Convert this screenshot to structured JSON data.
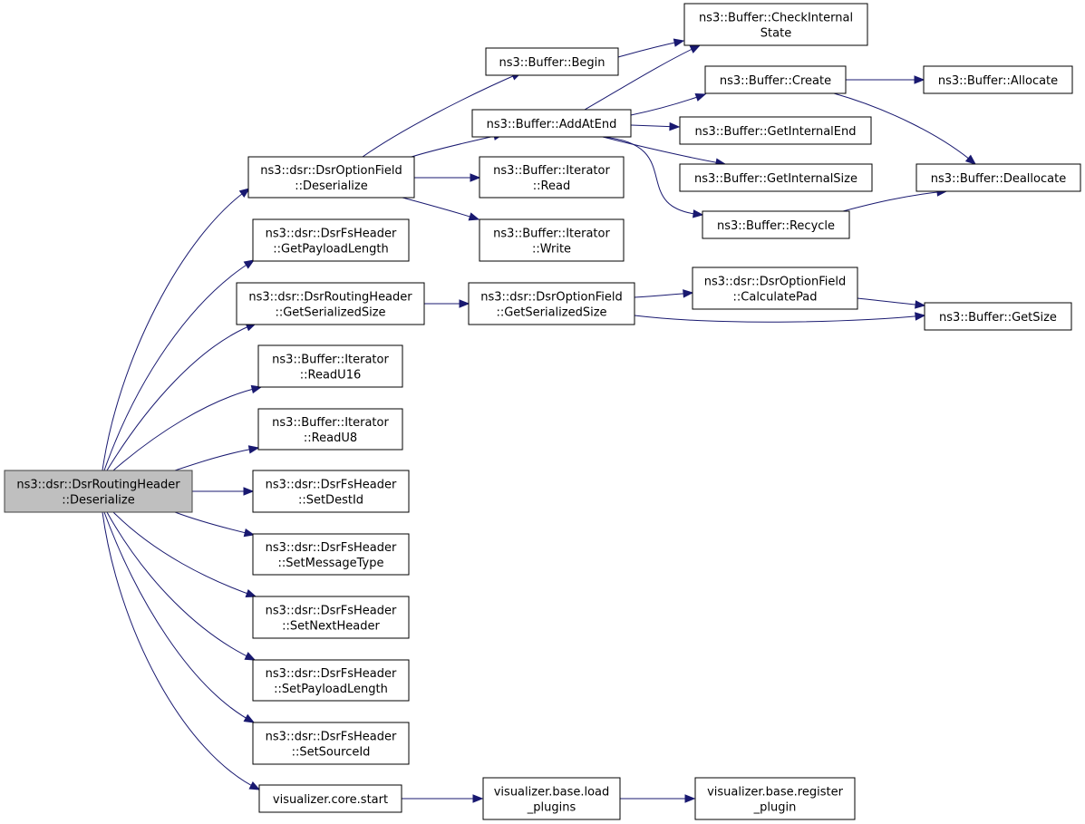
{
  "nodes": [
    {
      "id": "root",
      "lines": [
        "ns3::dsr::DsrRoutingHeader",
        "::Deserialize"
      ],
      "root": true
    },
    {
      "id": "optfield_deser",
      "lines": [
        "ns3::dsr::DsrOptionField",
        "::Deserialize"
      ]
    },
    {
      "id": "get_payload_len",
      "lines": [
        "ns3::dsr::DsrFsHeader",
        "::GetPayloadLength"
      ]
    },
    {
      "id": "routing_serial_size",
      "lines": [
        "ns3::dsr::DsrRoutingHeader",
        "::GetSerializedSize"
      ]
    },
    {
      "id": "read_u16",
      "lines": [
        "ns3::Buffer::Iterator",
        "::ReadU16"
      ]
    },
    {
      "id": "read_u8",
      "lines": [
        "ns3::Buffer::Iterator",
        "::ReadU8"
      ]
    },
    {
      "id": "set_dest_id",
      "lines": [
        "ns3::dsr::DsrFsHeader",
        "::SetDestId"
      ]
    },
    {
      "id": "set_msg_type",
      "lines": [
        "ns3::dsr::DsrFsHeader",
        "::SetMessageType"
      ]
    },
    {
      "id": "set_next_header",
      "lines": [
        "ns3::dsr::DsrFsHeader",
        "::SetNextHeader"
      ]
    },
    {
      "id": "set_payload_len",
      "lines": [
        "ns3::dsr::DsrFsHeader",
        "::SetPayloadLength"
      ]
    },
    {
      "id": "set_source_id",
      "lines": [
        "ns3::dsr::DsrFsHeader",
        "::SetSourceId"
      ]
    },
    {
      "id": "viz_core_start",
      "lines": [
        "visualizer.core.start"
      ]
    },
    {
      "id": "buf_begin",
      "lines": [
        "ns3::Buffer::Begin"
      ]
    },
    {
      "id": "buf_add_at_end",
      "lines": [
        "ns3::Buffer::AddAtEnd"
      ]
    },
    {
      "id": "iter_read",
      "lines": [
        "ns3::Buffer::Iterator",
        "::Read"
      ]
    },
    {
      "id": "iter_write",
      "lines": [
        "ns3::Buffer::Iterator",
        "::Write"
      ]
    },
    {
      "id": "optfield_serial_size",
      "lines": [
        "ns3::dsr::DsrOptionField",
        "::GetSerializedSize"
      ]
    },
    {
      "id": "viz_load_plugins",
      "lines": [
        "visualizer.base.load",
        "_plugins"
      ]
    },
    {
      "id": "buf_check_state",
      "lines": [
        "ns3::Buffer::CheckInternal",
        "State"
      ]
    },
    {
      "id": "buf_create",
      "lines": [
        "ns3::Buffer::Create"
      ]
    },
    {
      "id": "buf_get_int_end",
      "lines": [
        "ns3::Buffer::GetInternalEnd"
      ]
    },
    {
      "id": "buf_get_int_size",
      "lines": [
        "ns3::Buffer::GetInternalSize"
      ]
    },
    {
      "id": "buf_recycle",
      "lines": [
        "ns3::Buffer::Recycle"
      ]
    },
    {
      "id": "calc_pad",
      "lines": [
        "ns3::dsr::DsrOptionField",
        "::CalculatePad"
      ]
    },
    {
      "id": "viz_register_plugin",
      "lines": [
        "visualizer.base.register",
        "_plugin"
      ]
    },
    {
      "id": "buf_allocate",
      "lines": [
        "ns3::Buffer::Allocate"
      ]
    },
    {
      "id": "buf_deallocate",
      "lines": [
        "ns3::Buffer::Deallocate"
      ]
    },
    {
      "id": "buf_get_size",
      "lines": [
        "ns3::Buffer::GetSize"
      ]
    }
  ],
  "edges": [
    [
      "root",
      "optfield_deser"
    ],
    [
      "root",
      "get_payload_len"
    ],
    [
      "root",
      "routing_serial_size"
    ],
    [
      "root",
      "read_u16"
    ],
    [
      "root",
      "read_u8"
    ],
    [
      "root",
      "set_dest_id"
    ],
    [
      "root",
      "set_msg_type"
    ],
    [
      "root",
      "set_next_header"
    ],
    [
      "root",
      "set_payload_len"
    ],
    [
      "root",
      "set_source_id"
    ],
    [
      "root",
      "viz_core_start"
    ],
    [
      "optfield_deser",
      "buf_begin"
    ],
    [
      "optfield_deser",
      "buf_add_at_end"
    ],
    [
      "optfield_deser",
      "iter_read"
    ],
    [
      "optfield_deser",
      "iter_write"
    ],
    [
      "buf_begin",
      "buf_check_state"
    ],
    [
      "buf_add_at_end",
      "buf_check_state"
    ],
    [
      "buf_add_at_end",
      "buf_create"
    ],
    [
      "buf_add_at_end",
      "buf_get_int_end"
    ],
    [
      "buf_add_at_end",
      "buf_get_int_size"
    ],
    [
      "buf_add_at_end",
      "buf_recycle"
    ],
    [
      "buf_create",
      "buf_allocate"
    ],
    [
      "buf_create",
      "buf_deallocate"
    ],
    [
      "buf_recycle",
      "buf_deallocate"
    ],
    [
      "routing_serial_size",
      "optfield_serial_size"
    ],
    [
      "optfield_serial_size",
      "calc_pad"
    ],
    [
      "optfield_serial_size",
      "buf_get_size"
    ],
    [
      "calc_pad",
      "buf_get_size"
    ],
    [
      "viz_core_start",
      "viz_load_plugins"
    ],
    [
      "viz_load_plugins",
      "viz_register_plugin"
    ]
  ]
}
